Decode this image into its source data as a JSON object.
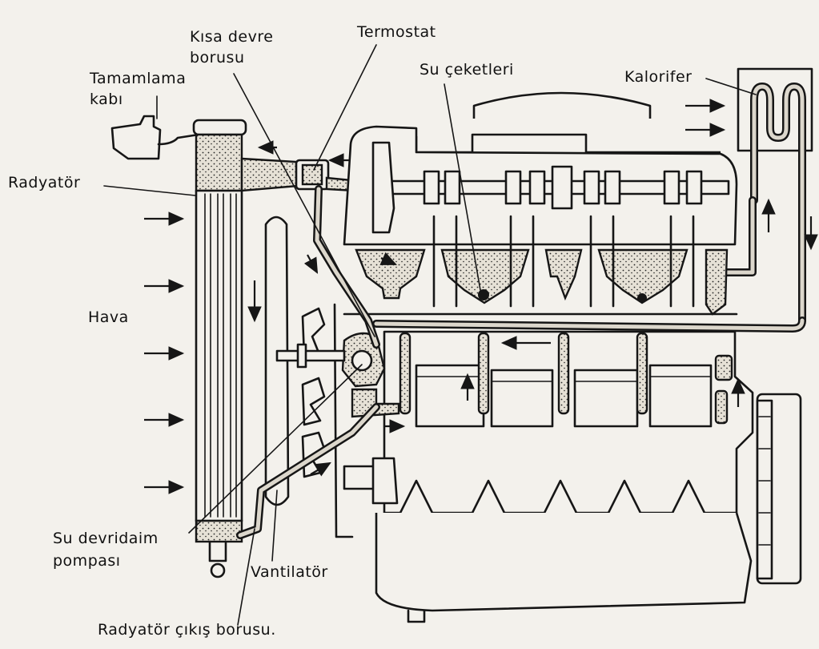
{
  "diagram": {
    "labels": {
      "tamamlama_kabi_line1": "Tamamlama",
      "tamamlama_kabi_line2": "kabı",
      "radyator": "Radyatör",
      "hava": "Hava",
      "kisa_devre_line1": "Kısa devre",
      "kisa_devre_line2": "borusu",
      "termostat": "Termostat",
      "su_ceketleri": "Su çeketleri",
      "kalorifer": "Kalorifer",
      "su_devridaim_line1": "Su devridaim",
      "su_devridaim_line2": "pompası",
      "vantilator": "Vantilatör",
      "radyator_cikis": "Radyatör çıkış borusu."
    },
    "colors": {
      "ink": "#161616",
      "paper": "#f3f1ec",
      "coolant_fill": "#d8d2c6"
    }
  }
}
